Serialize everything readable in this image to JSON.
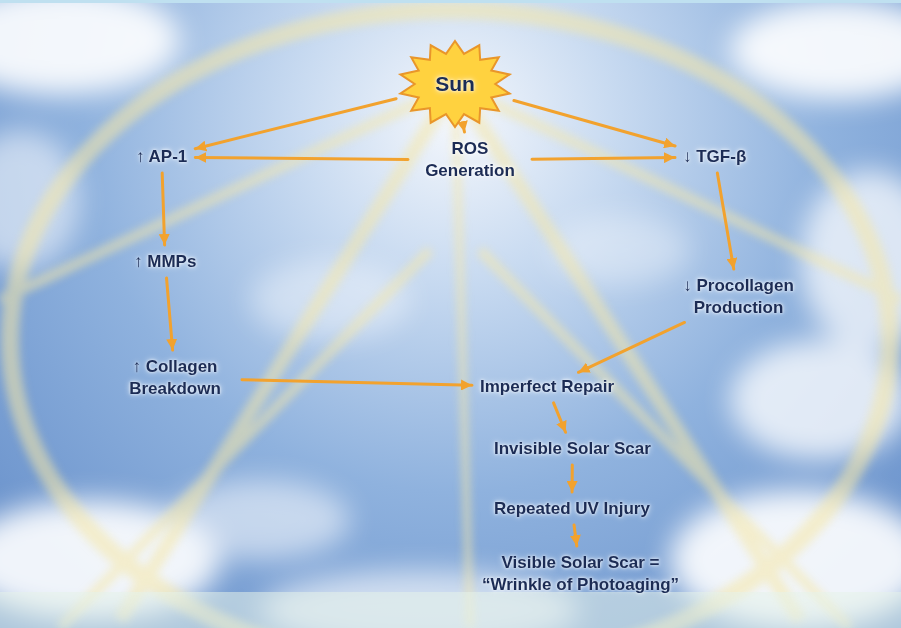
{
  "diagram": {
    "nodes": [
      {
        "text": [
          "Sun"
        ]
      },
      {
        "text": [
          "↑ AP-1"
        ]
      },
      {
        "text": [
          "ROS Generation"
        ]
      },
      {
        "text": [
          "↓ TGF-β"
        ]
      },
      {
        "text": [
          "↑ MMPs"
        ]
      },
      {
        "text": [
          "↓ Procollagen Production"
        ]
      },
      {
        "text": [
          "↑ Collagen Breakdown"
        ]
      },
      {
        "text": [
          "Imperfect Repair"
        ]
      },
      {
        "text": [
          "Invisible Solar Scar"
        ]
      },
      {
        "text": [
          "Repeated UV Injury"
        ]
      },
      {
        "text": [
          "Visible Solar Scar = “Wrinkle of Photoaging”"
        ]
      }
    ],
    "edges": [
      {
        "from": 0,
        "to": 1,
        "arrow": "to"
      },
      {
        "from": 0,
        "to": 2,
        "arrow": "to"
      },
      {
        "from": 0,
        "to": 3,
        "arrow": "to"
      },
      {
        "from": 2,
        "to": 1,
        "arrow": "to"
      },
      {
        "from": 2,
        "to": 3,
        "arrow": "to"
      },
      {
        "from": 1,
        "to": 4,
        "arrow": "to"
      },
      {
        "from": 4,
        "to": 6,
        "arrow": "to"
      },
      {
        "from": 3,
        "to": 5,
        "arrow": "to"
      },
      {
        "from": 5,
        "to": 7,
        "arrow": "to"
      },
      {
        "from": 6,
        "to": 7,
        "arrow": "to"
      },
      {
        "from": 7,
        "to": 8,
        "arrow": "to"
      },
      {
        "from": 8,
        "to": 9,
        "arrow": "to"
      },
      {
        "from": 9,
        "to": 10,
        "arrow": "to"
      }
    ]
  }
}
